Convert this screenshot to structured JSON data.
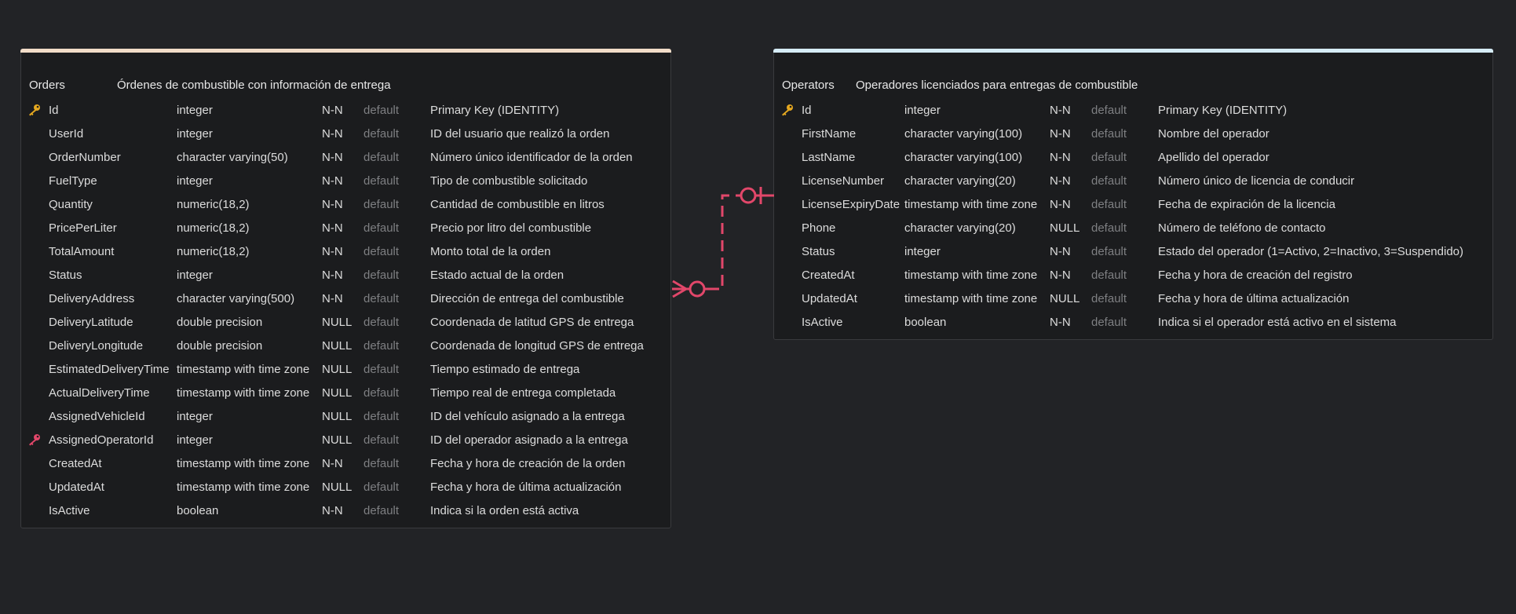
{
  "colors": {
    "background": "#222326",
    "card": "#1b1c1e",
    "orders_accent": "#f1dcc8",
    "operators_accent": "#d6ecf7",
    "primary_key_icon": "#e5a820",
    "foreign_key_icon": "#e2476a",
    "relationship_line": "#e2476a"
  },
  "orders": {
    "name": "Orders",
    "description": "Órdenes de combustible con información de entrega",
    "columns": [
      {
        "name": "Id",
        "type": "integer",
        "nullability": "N-N",
        "default": "default",
        "description": "Primary Key (IDENTITY)",
        "key": "primary"
      },
      {
        "name": "UserId",
        "type": "integer",
        "nullability": "N-N",
        "default": "default",
        "description": "ID del usuario que realizó la orden",
        "key": ""
      },
      {
        "name": "OrderNumber",
        "type": "character varying(50)",
        "nullability": "N-N",
        "default": "default",
        "description": "Número único identificador de la orden",
        "key": ""
      },
      {
        "name": "FuelType",
        "type": "integer",
        "nullability": "N-N",
        "default": "default",
        "description": "Tipo de combustible solicitado",
        "key": ""
      },
      {
        "name": "Quantity",
        "type": "numeric(18,2)",
        "nullability": "N-N",
        "default": "default",
        "description": "Cantidad de combustible en litros",
        "key": ""
      },
      {
        "name": "PricePerLiter",
        "type": "numeric(18,2)",
        "nullability": "N-N",
        "default": "default",
        "description": "Precio por litro del combustible",
        "key": ""
      },
      {
        "name": "TotalAmount",
        "type": "numeric(18,2)",
        "nullability": "N-N",
        "default": "default",
        "description": "Monto total de la orden",
        "key": ""
      },
      {
        "name": "Status",
        "type": "integer",
        "nullability": "N-N",
        "default": "default",
        "description": "Estado actual de la orden",
        "key": ""
      },
      {
        "name": "DeliveryAddress",
        "type": "character varying(500)",
        "nullability": "N-N",
        "default": "default",
        "description": "Dirección de entrega del combustible",
        "key": ""
      },
      {
        "name": "DeliveryLatitude",
        "type": "double precision",
        "nullability": "NULL",
        "default": "default",
        "description": "Coordenada de latitud GPS de entrega",
        "key": ""
      },
      {
        "name": "DeliveryLongitude",
        "type": "double precision",
        "nullability": "NULL",
        "default": "default",
        "description": "Coordenada de longitud GPS de entrega",
        "key": ""
      },
      {
        "name": "EstimatedDeliveryTime",
        "type": "timestamp with time zone",
        "nullability": "NULL",
        "default": "default",
        "description": "Tiempo estimado de entrega",
        "key": ""
      },
      {
        "name": "ActualDeliveryTime",
        "type": "timestamp with time zone",
        "nullability": "NULL",
        "default": "default",
        "description": "Tiempo real de entrega completada",
        "key": ""
      },
      {
        "name": "AssignedVehicleId",
        "type": "integer",
        "nullability": "NULL",
        "default": "default",
        "description": "ID del vehículo asignado a la entrega",
        "key": ""
      },
      {
        "name": "AssignedOperatorId",
        "type": "integer",
        "nullability": "NULL",
        "default": "default",
        "description": "ID del operador asignado a la entrega",
        "key": "foreign"
      },
      {
        "name": "CreatedAt",
        "type": "timestamp with time zone",
        "nullability": "N-N",
        "default": "default",
        "description": "Fecha y hora de creación de la orden",
        "key": ""
      },
      {
        "name": "UpdatedAt",
        "type": "timestamp with time zone",
        "nullability": "NULL",
        "default": "default",
        "description": "Fecha y hora de última actualización",
        "key": ""
      },
      {
        "name": "IsActive",
        "type": "boolean",
        "nullability": "N-N",
        "default": "default",
        "description": "Indica si la orden está activa",
        "key": ""
      }
    ]
  },
  "operators": {
    "name": "Operators",
    "description": "Operadores licenciados para entregas de combustible",
    "columns": [
      {
        "name": "Id",
        "type": "integer",
        "nullability": "N-N",
        "default": "default",
        "description": "Primary Key (IDENTITY)",
        "key": "primary"
      },
      {
        "name": "FirstName",
        "type": "character varying(100)",
        "nullability": "N-N",
        "default": "default",
        "description": "Nombre del operador",
        "key": ""
      },
      {
        "name": "LastName",
        "type": "character varying(100)",
        "nullability": "N-N",
        "default": "default",
        "description": "Apellido del operador",
        "key": ""
      },
      {
        "name": "LicenseNumber",
        "type": "character varying(20)",
        "nullability": "N-N",
        "default": "default",
        "description": "Número único de licencia de conducir",
        "key": ""
      },
      {
        "name": "LicenseExpiryDate",
        "type": "timestamp with time zone",
        "nullability": "N-N",
        "default": "default",
        "description": "Fecha de expiración de la licencia",
        "key": ""
      },
      {
        "name": "Phone",
        "type": "character varying(20)",
        "nullability": "NULL",
        "default": "default",
        "description": "Número de teléfono de contacto",
        "key": ""
      },
      {
        "name": "Status",
        "type": "integer",
        "nullability": "N-N",
        "default": "default",
        "description": "Estado del operador (1=Activo, 2=Inactivo, 3=Suspendido)",
        "key": ""
      },
      {
        "name": "CreatedAt",
        "type": "timestamp with time zone",
        "nullability": "N-N",
        "default": "default",
        "description": "Fecha y hora de creación del registro",
        "key": ""
      },
      {
        "name": "UpdatedAt",
        "type": "timestamp with time zone",
        "nullability": "NULL",
        "default": "default",
        "description": "Fecha y hora de última actualización",
        "key": ""
      },
      {
        "name": "IsActive",
        "type": "boolean",
        "nullability": "N-N",
        "default": "default",
        "description": "Indica si el operador está activo en el sistema",
        "key": ""
      }
    ]
  },
  "relationship": {
    "from": "Orders.AssignedOperatorId",
    "to": "Operators.Id",
    "from_cardinality": "zero-or-many",
    "to_cardinality": "zero-or-one",
    "style": "dashed"
  }
}
